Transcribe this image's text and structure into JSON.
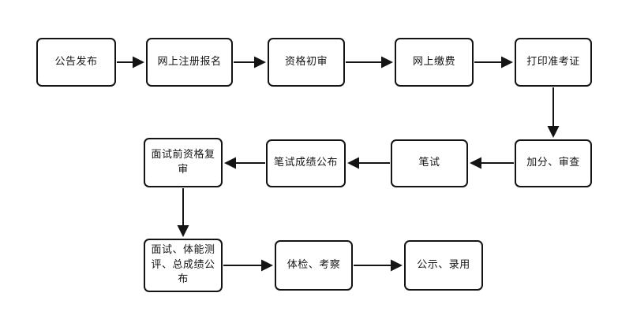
{
  "page": {
    "background_color": "#ffffff",
    "line_color": "#141414",
    "node_fill": "#ffffff",
    "node_border_color": "#141414"
  },
  "diagram": {
    "type": "flowchart",
    "nodes": [
      {
        "id": "announcement-release",
        "label": "公告发布"
      },
      {
        "id": "online-registration",
        "label": "网上注册报名"
      },
      {
        "id": "preliminary-qualification-review",
        "label": "资格初审"
      },
      {
        "id": "online-payment",
        "label": "网上缴费"
      },
      {
        "id": "print-admission-ticket",
        "label": "打印准考证"
      },
      {
        "id": "bonus-points-review",
        "label": "加分、审查"
      },
      {
        "id": "written-exam",
        "label": "笔试"
      },
      {
        "id": "written-exam-results-announcement",
        "label": "笔试成绩公布"
      },
      {
        "id": "pre-interview-qualification-recheck",
        "label": "面试前资格复审"
      },
      {
        "id": "interview-fitness-total-score-announcement",
        "label": "面试、体能测评、总成绩公布"
      },
      {
        "id": "medical-exam-inspection",
        "label": "体检、考察"
      },
      {
        "id": "publicity-employment",
        "label": "公示、录用"
      }
    ],
    "edges": [
      {
        "from": "announcement-release",
        "to": "online-registration",
        "direction": "right"
      },
      {
        "from": "online-registration",
        "to": "preliminary-qualification-review",
        "direction": "right"
      },
      {
        "from": "preliminary-qualification-review",
        "to": "online-payment",
        "direction": "right"
      },
      {
        "from": "online-payment",
        "to": "print-admission-ticket",
        "direction": "right"
      },
      {
        "from": "print-admission-ticket",
        "to": "bonus-points-review",
        "direction": "down"
      },
      {
        "from": "bonus-points-review",
        "to": "written-exam",
        "direction": "left"
      },
      {
        "from": "written-exam",
        "to": "written-exam-results-announcement",
        "direction": "left"
      },
      {
        "from": "written-exam-results-announcement",
        "to": "pre-interview-qualification-recheck",
        "direction": "left"
      },
      {
        "from": "pre-interview-qualification-recheck",
        "to": "interview-fitness-total-score-announcement",
        "direction": "down"
      },
      {
        "from": "interview-fitness-total-score-announcement",
        "to": "medical-exam-inspection",
        "direction": "right"
      },
      {
        "from": "medical-exam-inspection",
        "to": "publicity-employment",
        "direction": "right"
      }
    ]
  }
}
